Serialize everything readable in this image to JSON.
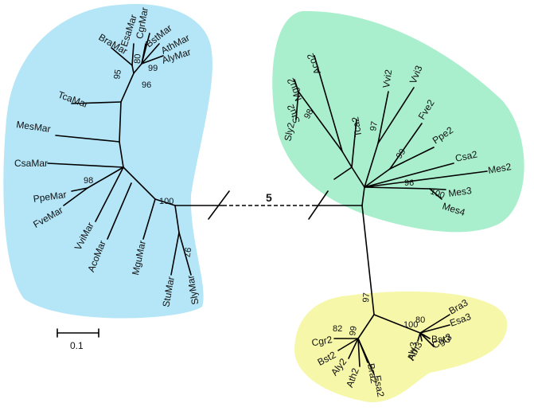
{
  "colors": {
    "blue": "#b4e6f8",
    "green": "#aaefcd",
    "yellow": "#f6f7a9"
  },
  "long_branch_label": "5",
  "scale_label": "0.1",
  "taxa": {
    "esa_mar": "EsaMar",
    "cgr_mar": "CgrMar",
    "bst_mar": "BstMar",
    "bra_mar": "BraMar",
    "ath_mar": "AthMar",
    "aly_mar": "AlyMar",
    "tca_mar": "TcaMar",
    "mes_mar": "MesMar",
    "csa_mar": "CsaMar",
    "ppe_mar": "PpeMar",
    "fve_mar": "FveMar",
    "vvi_mar": "VviMar",
    "aco_mar": "AcoMar",
    "mgu_mar": "MguMar",
    "stu_mar": "StuMar",
    "sly_mar": "SlyMar",
    "aco2": "Aco2",
    "mgu2": "Mgu2",
    "stu2": "Stu2",
    "sly2": "Sly2",
    "tca2": "Tca2",
    "vvi2": "Vvi2",
    "vvi3": "Vvi3",
    "fve2": "Fve2",
    "ppe2": "Ppe2",
    "csa2": "Csa2",
    "mes2": "Mes2",
    "mes3": "Mes3",
    "mes4": "Mes4",
    "cgr2": "Cgr2",
    "bst2": "Bst2",
    "aly2": "Aly2",
    "ath2": "Ath2",
    "bra2": "Bra2",
    "esa2": "Esa2",
    "aly3": "Aly3",
    "ath3": "Ath3",
    "bst3": "Bst3",
    "cgr3": "Cgr3",
    "bra3": "Bra3",
    "esa3": "Esa3"
  },
  "bootstrap": {
    "b80_blue": "80",
    "b99_blue": "99",
    "b95": "95",
    "b96": "96",
    "b98_blue": "98",
    "b100_blue": "100",
    "b97_blue": "97",
    "b98_green": "98",
    "b97_green": "97",
    "b99_green": "99",
    "b96_green": "96",
    "b100_green": "100",
    "b97_yellow": "97",
    "b82": "82",
    "b99_yellow": "99",
    "b80_yellow": "80",
    "b100_yellow": "100"
  }
}
